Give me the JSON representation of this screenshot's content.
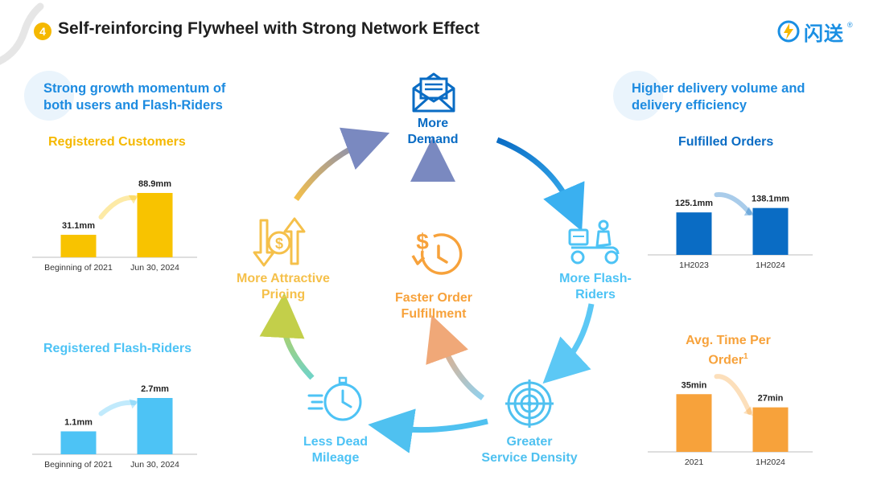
{
  "header": {
    "step": "4",
    "title": "Self-reinforcing Flywheel with Strong Network Effect",
    "logo_text": "闪送",
    "logo_reg": "®"
  },
  "left": {
    "heading_line1": "Strong growth momentum of",
    "heading_line2": "both users and Flash-Riders"
  },
  "right": {
    "heading_line1": "Higher delivery volume and",
    "heading_line2": "delivery efficiency"
  },
  "colors": {
    "yellow": "#f8c300",
    "light_blue": "#4dc3f5",
    "dark_blue": "#0a6cc4",
    "orange": "#f7a23b",
    "heading_blue": "#1d8be0"
  },
  "flywheel": {
    "more_demand": [
      "More",
      "Demand"
    ],
    "more_riders": [
      "More Flash-",
      "Riders"
    ],
    "service_density": [
      "Greater",
      "Service Density"
    ],
    "dead_mileage": [
      "Less Dead",
      "Mileage"
    ],
    "attractive_pricing": [
      "More Attractive",
      "Pricing"
    ],
    "faster_fulfillment": [
      "Faster Order",
      "Fulfillment"
    ]
  },
  "chart_data": [
    {
      "type": "bar",
      "title": "Registered Customers",
      "categories": [
        "Beginning of 2021",
        "Jun 30, 2024"
      ],
      "values": [
        31.1,
        88.9
      ],
      "data_labels": [
        "31.1mm",
        "88.9mm"
      ],
      "color": "#f8c300",
      "ylim": [
        0,
        100
      ]
    },
    {
      "type": "bar",
      "title": "Registered Flash-Riders",
      "categories": [
        "Beginning of 2021",
        "Jun 30, 2024"
      ],
      "values": [
        1.1,
        2.7
      ],
      "data_labels": [
        "1.1mm",
        "2.7mm"
      ],
      "color": "#4dc3f5",
      "ylim": [
        0,
        2.7
      ]
    },
    {
      "type": "bar",
      "title": "Fulfilled Orders",
      "categories": [
        "1H2023",
        "1H2024"
      ],
      "values": [
        125.1,
        138.1
      ],
      "data_labels": [
        "125.1mm",
        "138.1mm"
      ],
      "color": "#0a6cc4",
      "ylim": [
        0,
        180
      ]
    },
    {
      "type": "bar",
      "title": "Avg. Time Per Order",
      "title_superscript": "1",
      "categories": [
        "2021",
        "1H2024"
      ],
      "values": [
        35,
        27
      ],
      "data_labels": [
        "35min",
        "27min"
      ],
      "color": "#f7a23b",
      "ylim": [
        0,
        40
      ]
    }
  ]
}
